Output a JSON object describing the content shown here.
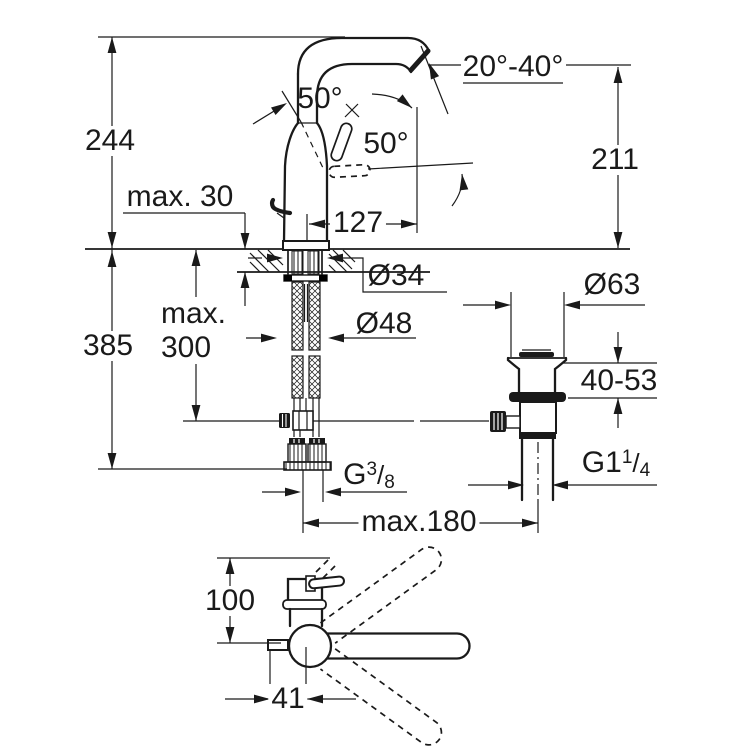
{
  "title": "faucet-dimension-drawing",
  "colors": {
    "background": "#ffffff",
    "line": "#1a1a1a"
  },
  "side_view": {
    "overall_height": "244",
    "max_deck_thickness": "max. 30",
    "lever_angle_open": "50°",
    "lever_angle_swing": "50°",
    "spout_outlet_angle": "20°-40°",
    "outlet_height": "211",
    "spout_projection": "127",
    "depth_below_deck": "385",
    "max_hose_length_line1": "max.",
    "max_hose_length_line2": "300",
    "shank_diameter": "Ø34",
    "required_hole_diameter": "Ø48",
    "waste_flange_diameter": "Ø63",
    "clamping_range": "40-53",
    "supply_thread": {
      "base": "G",
      "numerator": "3",
      "slash": "/",
      "denominator": "8"
    },
    "waste_thread": {
      "base": "G1",
      "numerator": "1",
      "slash": "/",
      "denominator": "4"
    },
    "max_centre_distance": "max.180"
  },
  "front_view": {
    "lever_height": "100",
    "lever_offset": "41"
  }
}
